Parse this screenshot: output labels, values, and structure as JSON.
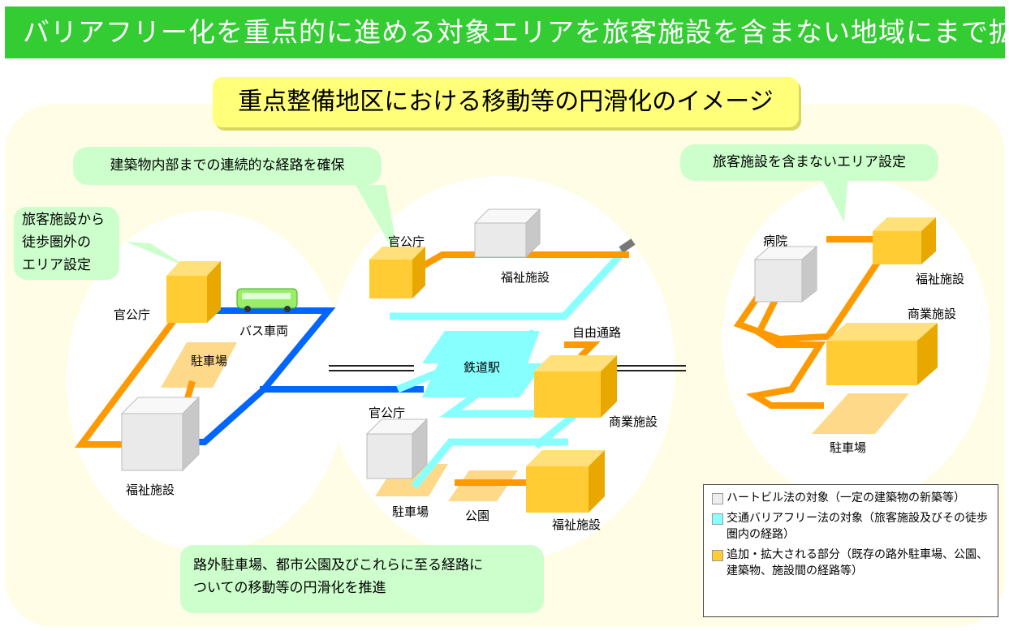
{
  "header": {
    "title": "バリアフリー化を重点的に進める対象エリアを旅客施設を含まない地域にまで拡充"
  },
  "diagram": {
    "subtitle": "重点整備地区における移動等の円滑化のイメージ",
    "callouts": {
      "building_route": "建築物内部までの連続的な経路を確保",
      "outside_walk_1": "旅客施設から",
      "outside_walk_2": "徒歩圏外の",
      "outside_walk_3": "エリア設定",
      "no_station_area": "旅客施設を含まないエリア設定",
      "promotion_1": "路外駐車場、都市公園及びこれらに至る経路に",
      "promotion_2": "ついての移動等の円滑化を推進"
    },
    "left_area": {
      "government_office": "官公庁",
      "bus": "バス車両",
      "parking": "駐車場",
      "welfare": "福祉施設"
    },
    "center_area": {
      "government_office_top": "官公庁",
      "welfare_top": "福祉施設",
      "free_passage": "自由通路",
      "station": "鉄道駅",
      "commercial": "商業施設",
      "government_office_bottom": "官公庁",
      "parking": "駐車場",
      "park": "公園",
      "welfare_bottom": "福祉施設"
    },
    "right_area": {
      "hospital": "病院",
      "welfare": "福祉施設",
      "commercial": "商業施設",
      "parking": "駐車場"
    },
    "legend": [
      {
        "text": "ハートビル法の対象（一定の建築物の新築等）",
        "color": "#eeeeee"
      },
      {
        "text": "交通バリアフリー法の対象（旅客施設及びその徒歩圏内の経路）",
        "color": "#88ffff"
      },
      {
        "text": "追加・拡大される部分（既存の路外駐車場、公園、建築物、施設間の経路等）",
        "color": "#ffcc33"
      }
    ],
    "colors": {
      "banner": "#33cc33",
      "orange_route": "#ff9900",
      "cyan_route": "#88ffff",
      "blue_route": "#0066ff",
      "callout_bg": "#ccffcc",
      "area_bg": "#fffde6",
      "subtitle_bg": "#ffff7a"
    }
  }
}
